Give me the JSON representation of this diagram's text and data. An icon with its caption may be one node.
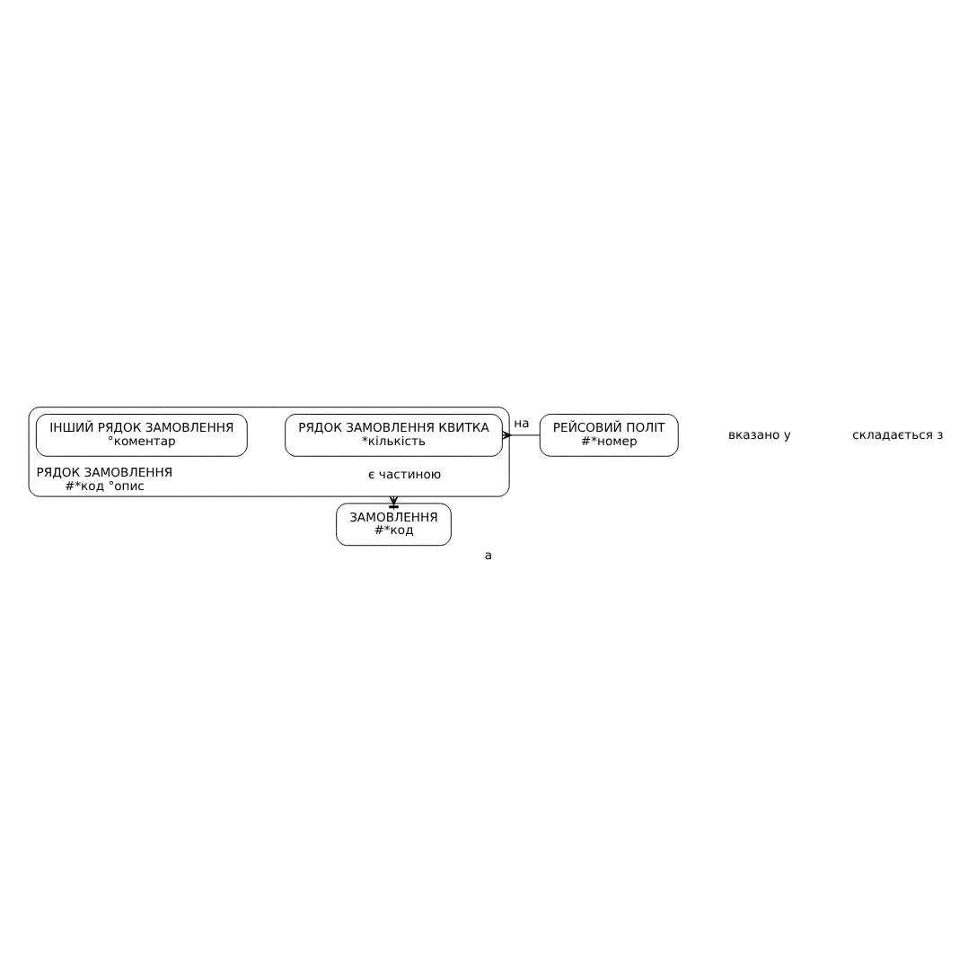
{
  "diagram": {
    "caption": "а",
    "nodes": [
      {
        "text": [
          "РЯДОК ЗАМОВЛЕННЯ",
          "#*код °опис"
        ]
      },
      {
        "text": [
          "РЯДОК ЗАМОВЛЕННЯ КВИТКА",
          "*кількість"
        ],
        "in": 0
      },
      {
        "text": [
          "ІНШИЙ РЯДОК ЗАМОВЛЕННЯ",
          "°коментар"
        ],
        "in": 0
      },
      {
        "text": [
          "РЕЙСОВИЙ ПОЛІТ",
          "#*номер"
        ]
      },
      {
        "text": [
          "ЗАМОВЛЕННЯ",
          "#*код"
        ]
      }
    ],
    "edges": [
      {
        "from": 1,
        "to": 3,
        "arrow": "other",
        "label": "на"
      },
      {
        "from": 0,
        "to": 4,
        "arrow": "other",
        "label": "є частиною"
      }
    ],
    "labels": [
      "вказано у",
      "складається з"
    ]
  }
}
